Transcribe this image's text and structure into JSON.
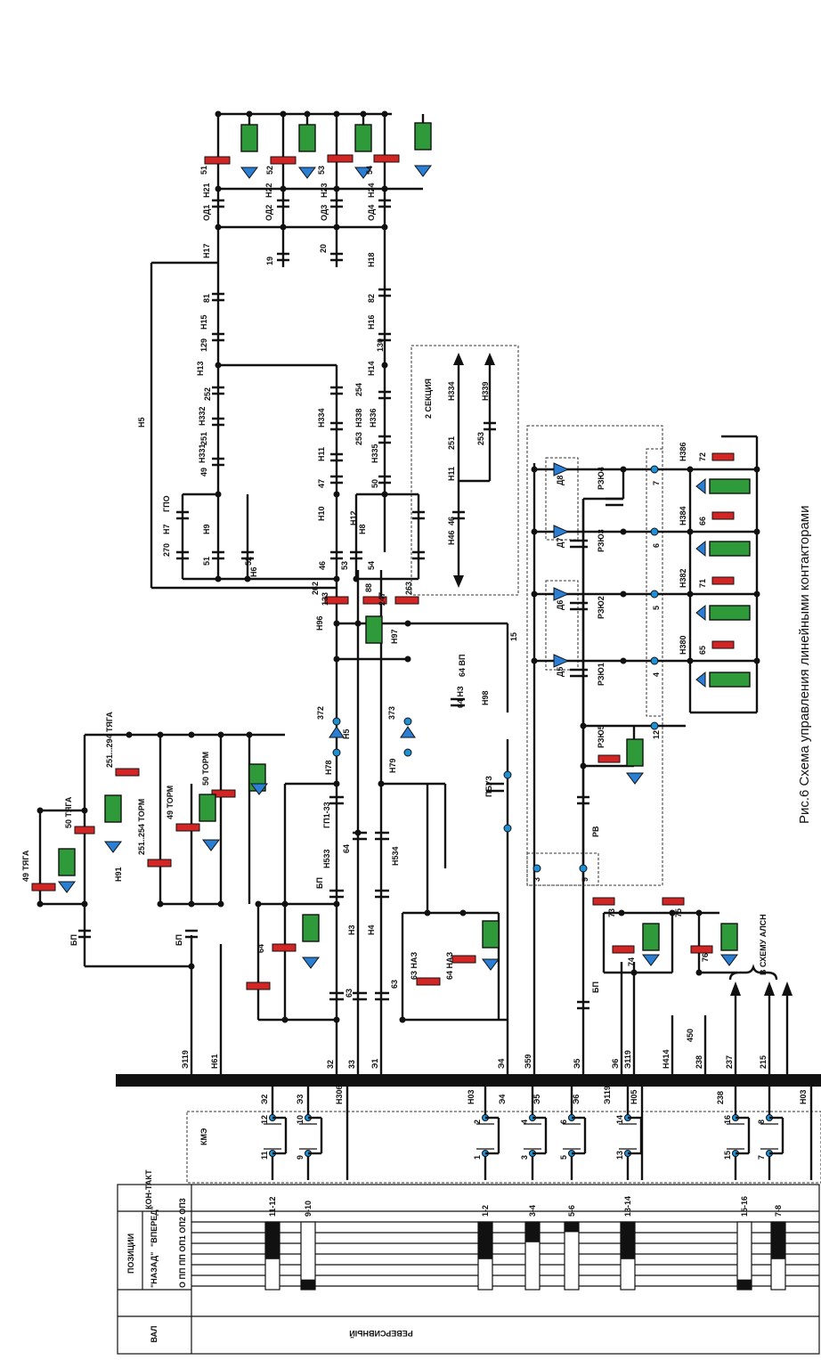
{
  "figure_title": "Рис.6  Схема управления линейными контакторами",
  "table": {
    "col_val": "ВАЛ",
    "col_positions": "ПОЗИЦИИ",
    "dir_back": "\"НАЗАД\"",
    "dir_fwd": "\"ВПЕРЕД\"",
    "pos_row": "О  ПП  ПП  ОП1  ОП2  ОП3",
    "col_contact": "КОН-ТАКТ",
    "shaft_name": "РЕВЕРСИВНЫЙ",
    "contacts": [
      "11-12",
      "9-10",
      "1-2",
      "3-4",
      "5-6",
      "13-14",
      "15-16",
      "7-8"
    ],
    "bars": [
      {
        "contact": "11-12",
        "fill_from": 0.0,
        "fill_to": 0.55
      },
      {
        "contact": "9-10",
        "fill_from": 0.85,
        "fill_to": 1.0
      },
      {
        "contact": "1-2",
        "fill_from": 0.0,
        "fill_to": 0.55
      },
      {
        "contact": "3-4",
        "fill_from": 0.0,
        "fill_to": 0.3
      },
      {
        "contact": "5-6",
        "fill_from": 0.0,
        "fill_to": 0.15
      },
      {
        "contact": "13-14",
        "fill_from": 0.0,
        "fill_to": 0.55
      },
      {
        "contact": "15-16",
        "fill_from": 0.85,
        "fill_to": 1.0
      },
      {
        "contact": "7-8",
        "fill_from": 0.0,
        "fill_to": 0.55
      }
    ]
  },
  "kme": {
    "name": "КМЭ",
    "wires": [
      "Э2",
      "Э3",
      "Н306",
      "Н03",
      "Э4",
      "Э5",
      "Э6",
      "Э119",
      "Н05",
      "238",
      "Н03"
    ],
    "contact_numbers": [
      "11",
      "12",
      "9",
      "10",
      "1",
      "2",
      "3",
      "4",
      "5",
      "6",
      "13",
      "14",
      "15",
      "16",
      "7",
      "8"
    ]
  },
  "bus_wires": [
    "Э119",
    "Н61",
    "32",
    "33",
    "Э1",
    "Э4",
    "Э59",
    "Э5",
    "Э6",
    "Э119",
    "Н414",
    "238",
    "237",
    "215"
  ],
  "labels_left": {
    "traction": [
      "49  ТЯГА",
      "50  ТЯГА",
      "251...294 ТЯГА",
      "Н91",
      "251..254 ТОРМ",
      "49 ТОРМ",
      "50 ТОРМ",
      "БП",
      "БП"
    ],
    "mid": [
      "Н96",
      "262",
      "Н97",
      "88",
      "263",
      "64 ВП",
      "64 НЗ",
      "Н98",
      "372",
      "373",
      "Н5",
      "Н79",
      "Н78",
      "ПБУЗ",
      "ГП1-33",
      "Н533",
      "Н534",
      "БП",
      "64",
      "Н3",
      "Н4",
      "63",
      "63 НАЗ",
      "64 НАЗ",
      "63",
      "64",
      "133",
      "247",
      "Н6",
      "Н5",
      "15"
    ],
    "top": [
      "51",
      "52",
      "53",
      "54",
      "Н21",
      "Н22",
      "Н23",
      "Н24",
      "ОД1",
      "ОД2",
      "ОД3",
      "ОД4",
      "Н17",
      "19",
      "20",
      "Н18",
      "81",
      "82",
      "Н15",
      "Н16",
      "129",
      "130",
      "Н13",
      "Н14",
      "252",
      "254",
      "Н332",
      "Н334",
      "Н336",
      "Н338",
      "251",
      "253",
      "Н331",
      "Н335",
      "Н11",
      "49",
      "47",
      "50",
      "Н10",
      "Н12",
      "ГПО",
      "Н7",
      "270",
      "Н9",
      "Н8",
      "51",
      "52",
      "46",
      "53",
      "54"
    ],
    "section": [
      "2 СЕКЦИЯ",
      "Н334",
      "Н339",
      "251",
      "253",
      "Н11",
      "46",
      "Н46"
    ],
    "right": [
      "Д8",
      "Д7",
      "Д6",
      "Д5",
      "РЗЮ4",
      "РЗЮ3",
      "РЗЮ2",
      "РЗЮ1",
      "РЗЮ5",
      "7",
      "6",
      "5",
      "4",
      "12",
      "3",
      "9",
      "Н386",
      "Н384",
      "Н382",
      "Н380",
      "72",
      "66",
      "71",
      "65",
      "РВ",
      "73",
      "74",
      "75",
      "76",
      "БП",
      "450",
      "В СХЕМУ АЛСН"
    ]
  }
}
